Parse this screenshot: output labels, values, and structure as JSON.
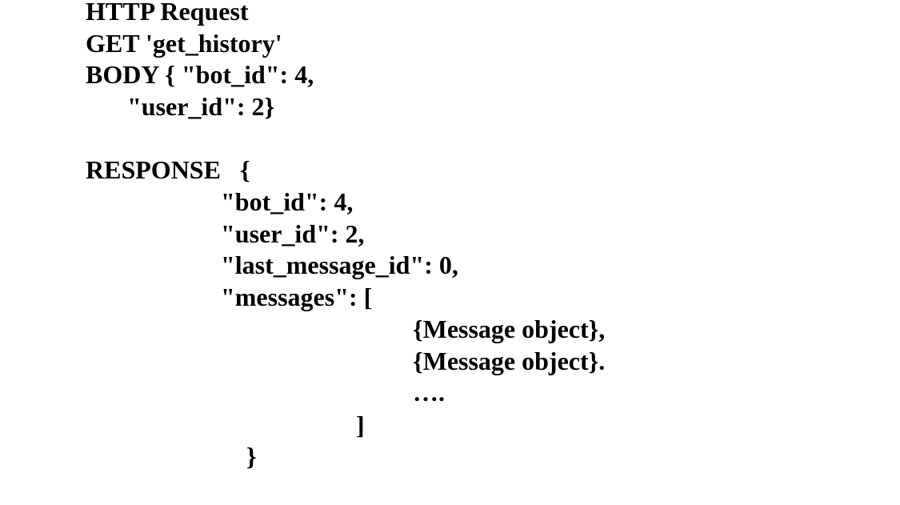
{
  "request": {
    "title": "HTTP Request",
    "method_line": "GET 'get_history'",
    "body_line_1": "BODY { \"bot_id\": 4,",
    "body_line_2": "\"user_id\": 2}"
  },
  "response": {
    "open_line": "RESPONSE   {",
    "bot_id_line": "\"bot_id\": 4,",
    "user_id_line": "\"user_id\": 2,",
    "last_message_line": "\"last_message_id\": 0,",
    "messages_line": "\"messages\": [",
    "message_1": "{Message object},",
    "message_2": "{Message object}.",
    "ellipsis": "….",
    "array_close": "]",
    "object_close": "}"
  }
}
